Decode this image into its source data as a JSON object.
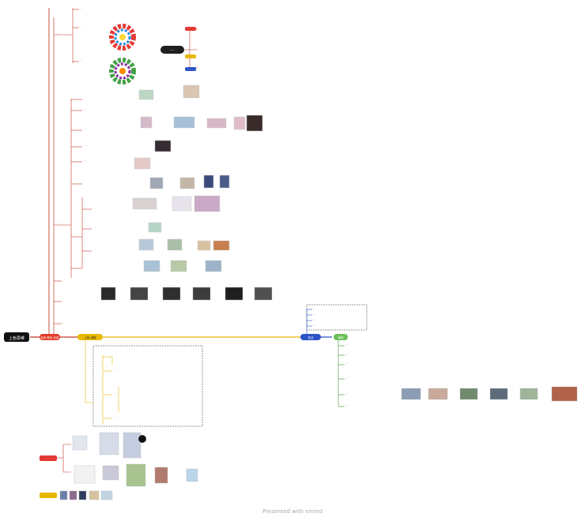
{
  "palette": {
    "main_branch": "#c0392b",
    "left_branch": "#c0392b",
    "yellow_branch": "#e8b800",
    "blue_branch": "#2b54c7",
    "green_branch": "#3f8f2e",
    "center_node_bg": "#111111",
    "root_node_bg": "#e23b28",
    "dark_node_bg": "#1f1f1f",
    "subtopic_box_border": "#333333"
  },
  "map": {
    "central_topic": "上色思维",
    "branches": {
      "left": "色彩·配色·光影",
      "yellow": "上色·流程",
      "blue": "技法",
      "green": "案例"
    },
    "floating_topics": {
      "right_top": "·····",
      "left_bottom_red": "·····",
      "left_bottom_yellow": "·····"
    },
    "redacted_label": "·····"
  },
  "watermark": "Presented with xmind"
}
